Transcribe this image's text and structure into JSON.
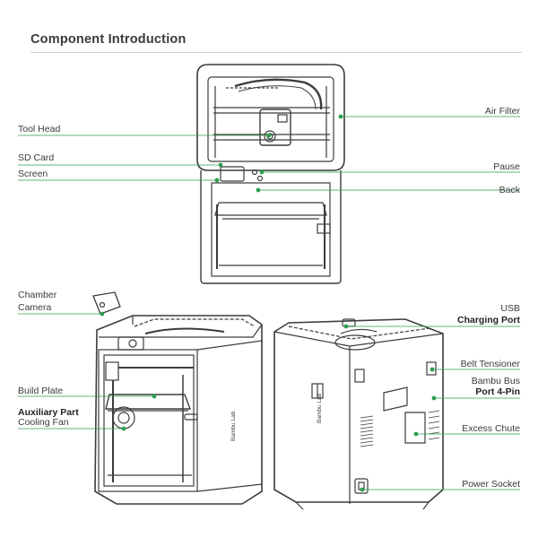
{
  "header": {
    "title": "Component Introduction"
  },
  "labels_top": {
    "tool_head": "Tool Head",
    "sd_card": "SD Card",
    "screen": "Screen",
    "air_filter": "Air Filter",
    "pause": "Pause",
    "back": "Back"
  },
  "labels_bottom": {
    "chamber": "Chamber",
    "camera": "Camera",
    "build_plate": "Build Plate",
    "aux_part": "Auxiliary Part",
    "cooling_fan": "Cooling Fan",
    "usb": "USB",
    "charging_port": "Charging Port",
    "belt_tensioner": "Belt Tensioner",
    "bambu_bus": "Bambu Bus",
    "port_4pin": "Port 4-Pin",
    "excess_chute": "Excess Chute",
    "power_socket": "Power Socket"
  },
  "brand_mark": "Bambu Lab",
  "colors": {
    "leader": "#2e9e4f",
    "outline": "#3c3c3c",
    "rule": "#cfcfcf"
  }
}
